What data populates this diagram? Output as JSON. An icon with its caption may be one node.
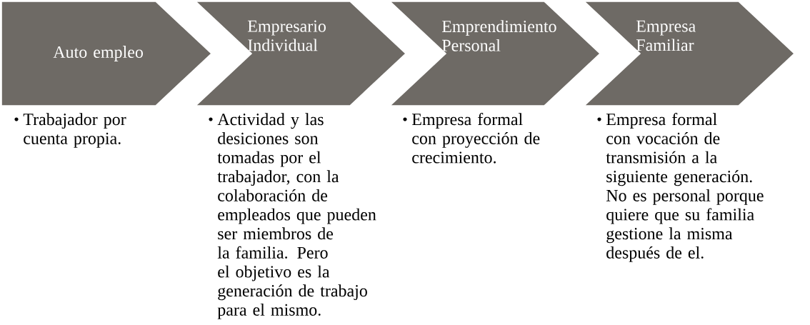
{
  "diagram": {
    "nodes": [
      {
        "text": [
          "Auto empleo"
        ],
        "beside": [
          "Trabajador por cuenta propia."
        ]
      },
      {
        "text": [
          "Empresario Individual"
        ],
        "beside": [
          "Actividad y las desiciones son tomadas por el trabajador, con la colaboración de empleados que pueden ser miembros de la familia. Pero el objetivo es la generación de trabajo para el mismo."
        ]
      },
      {
        "text": [
          "Emprendimiento Personal"
        ],
        "beside": [
          "Empresa formal con proyección de crecimiento."
        ]
      },
      {
        "text": [
          "Empresa Familiar"
        ],
        "beside": [
          "Empresa formal con vocación de transmisión a la siguiente generación. No es personal porque quiere que su familia gestione la misma después de el."
        ]
      }
    ]
  }
}
